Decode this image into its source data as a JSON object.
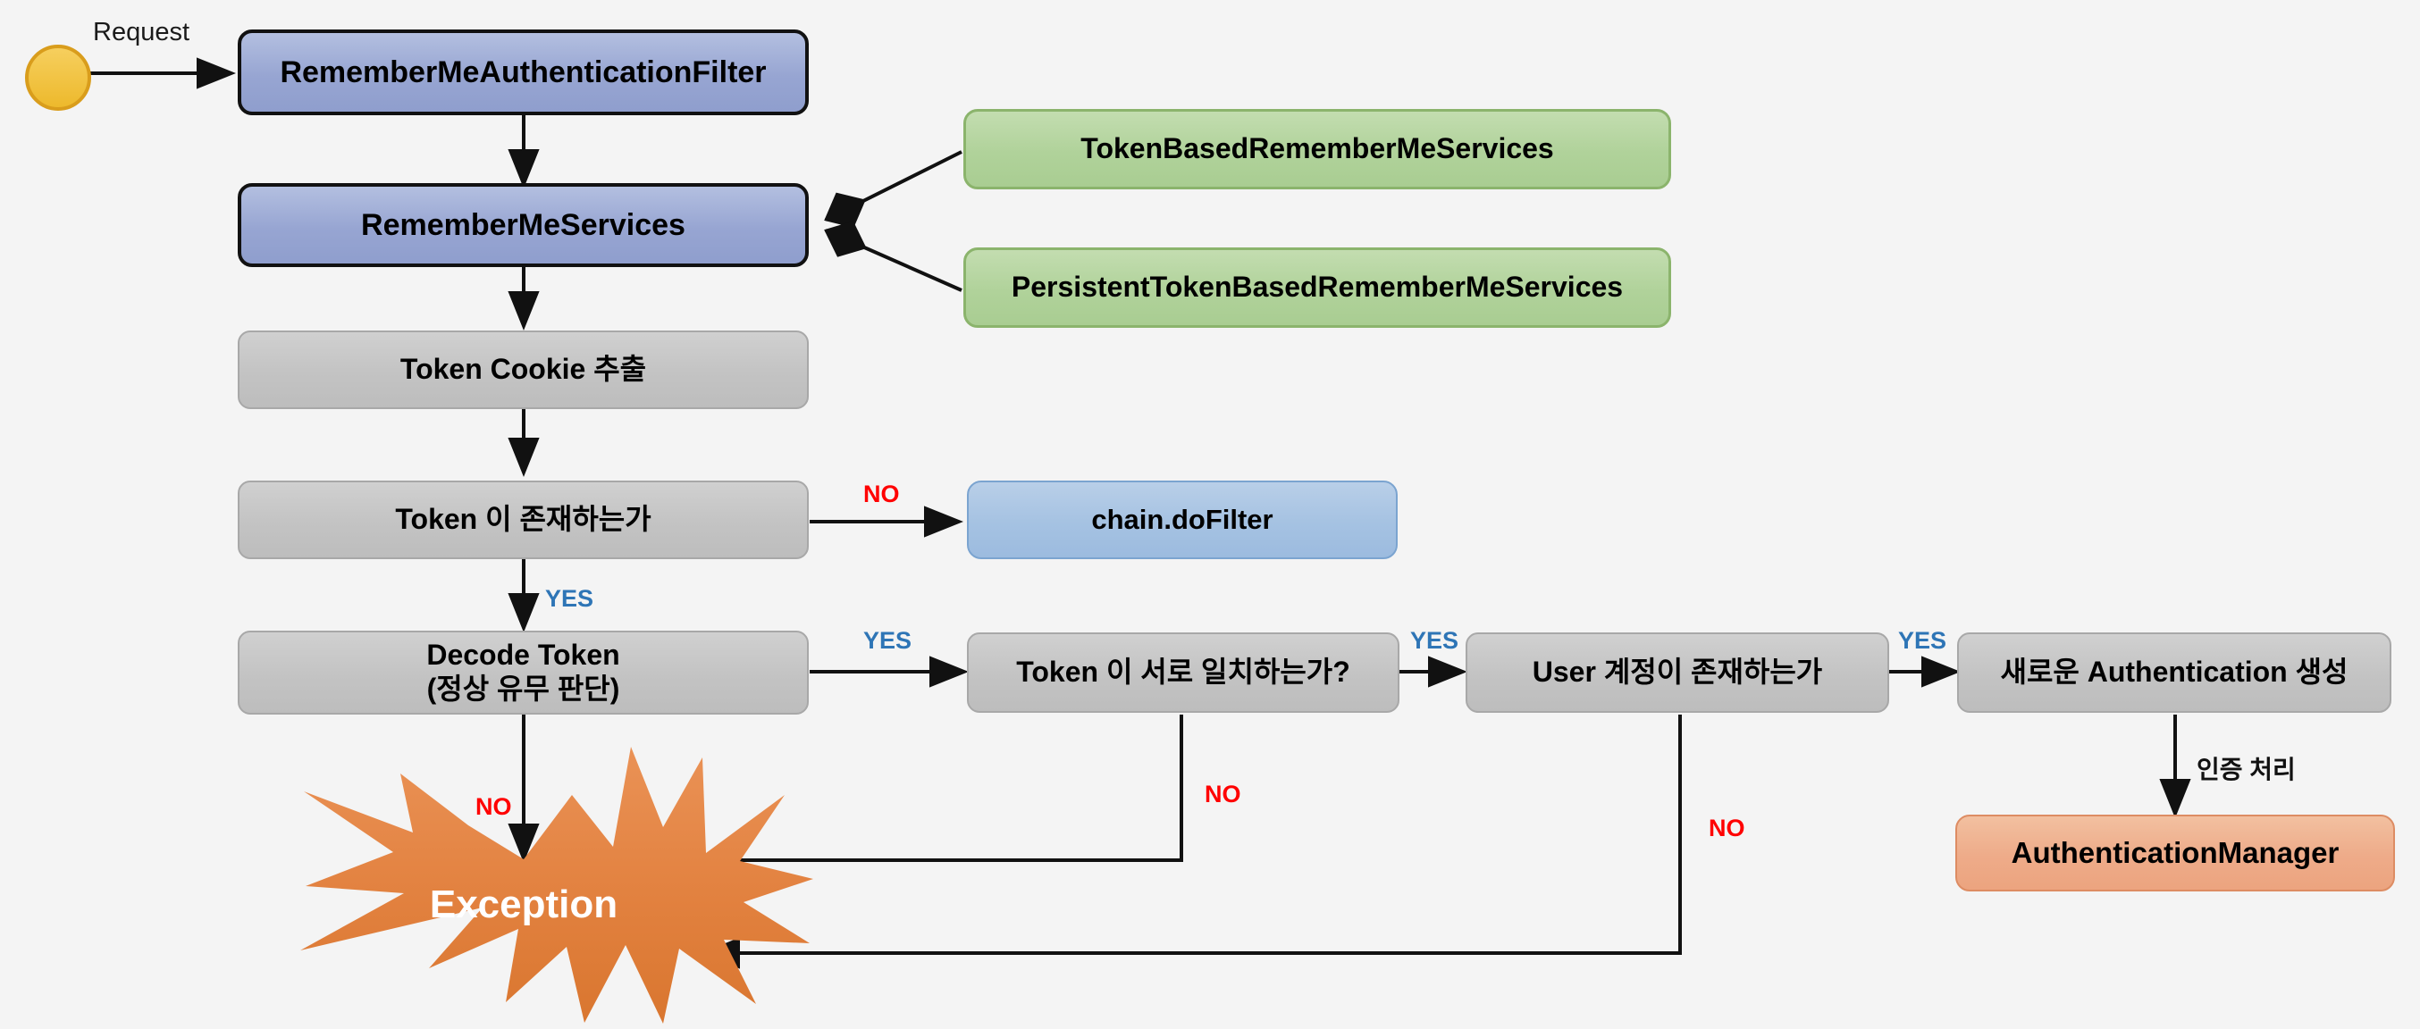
{
  "diagram": {
    "title": "Spring Security RememberMe Authentication Flow",
    "background_color": "#f4f4f4",
    "colors": {
      "blue_node": "#97a5d2",
      "light_blue_node": "#a5c2e2",
      "green_node": "#b0d29a",
      "grey_node": "#c3c3c3",
      "orange_node": "#eeab89",
      "exception_star": "#e2813f",
      "start_circle": "#f0c041",
      "yes_label": "#2E75B6",
      "no_label": "#FF0000",
      "connector": "#111111"
    }
  },
  "nodes": {
    "start": {
      "name": "start-circle",
      "label": ""
    },
    "filter": {
      "label": "RememberMeAuthenticationFilter",
      "type": "blue"
    },
    "services": {
      "label": "RememberMeServices",
      "type": "blue"
    },
    "token_based": {
      "label": "TokenBasedRememberMeServices",
      "type": "green"
    },
    "persistent_token_based": {
      "label": "PersistentTokenBasedRememberMeServices",
      "type": "green"
    },
    "extract_cookie": {
      "label": "Token Cookie 추출",
      "type": "grey"
    },
    "token_exists": {
      "label": "Token 이 존재하는가",
      "type": "grey"
    },
    "chain_dofilter": {
      "label": "chain.doFilter",
      "type": "light-blue"
    },
    "decode_token_line1": {
      "label": "Decode Token",
      "type": "grey"
    },
    "decode_token_line2": {
      "label": "(정상 유무 판단)",
      "type": "grey"
    },
    "token_match": {
      "label": "Token 이 서로 일치하는가?",
      "type": "grey"
    },
    "user_exists": {
      "label": "User 계정이 존재하는가",
      "type": "grey"
    },
    "new_authentication": {
      "label": "새로운 Authentication 생성",
      "type": "grey"
    },
    "authentication_manager": {
      "label": "AuthenticationManager",
      "type": "orange"
    },
    "exception": {
      "label": "Exception",
      "type": "star"
    }
  },
  "edge_labels": {
    "request": "Request",
    "token_exists_no": "NO",
    "token_exists_yes": "YES",
    "decode_yes": "YES",
    "decode_no": "NO",
    "token_match_yes": "YES",
    "token_match_no": "NO",
    "user_exists_yes": "YES",
    "user_exists_no": "NO",
    "auth_process": "인증 처리"
  },
  "chart_data": {
    "type": "flowchart",
    "title": "Spring Security RememberMe Authentication Flow",
    "nodes": [
      {
        "id": "start",
        "label": "",
        "shape": "circle",
        "color": "#f0c041"
      },
      {
        "id": "filter",
        "label": "RememberMeAuthenticationFilter",
        "shape": "rounded-rect",
        "color": "#97a5d2"
      },
      {
        "id": "services",
        "label": "RememberMeServices",
        "shape": "rounded-rect",
        "color": "#97a5d2"
      },
      {
        "id": "token_based",
        "label": "TokenBasedRememberMeServices",
        "shape": "rounded-rect",
        "color": "#b0d29a"
      },
      {
        "id": "persistent_token_based",
        "label": "PersistentTokenBasedRememberMeServices",
        "shape": "rounded-rect",
        "color": "#b0d29a"
      },
      {
        "id": "extract_cookie",
        "label": "Token Cookie 추출",
        "shape": "rounded-rect",
        "color": "#c3c3c3"
      },
      {
        "id": "token_exists",
        "label": "Token 이 존재하는가",
        "shape": "rounded-rect",
        "color": "#c3c3c3"
      },
      {
        "id": "chain_dofilter",
        "label": "chain.doFilter",
        "shape": "rounded-rect",
        "color": "#a5c2e2"
      },
      {
        "id": "decode_token",
        "label": "Decode Token (정상 유무 판단)",
        "shape": "rounded-rect",
        "color": "#c3c3c3"
      },
      {
        "id": "token_match",
        "label": "Token 이 서로 일치하는가?",
        "shape": "rounded-rect",
        "color": "#c3c3c3"
      },
      {
        "id": "user_exists",
        "label": "User 계정이 존재하는가",
        "shape": "rounded-rect",
        "color": "#c3c3c3"
      },
      {
        "id": "new_authentication",
        "label": "새로운 Authentication 생성",
        "shape": "rounded-rect",
        "color": "#c3c3c3"
      },
      {
        "id": "authentication_manager",
        "label": "AuthenticationManager",
        "shape": "rounded-rect",
        "color": "#eeab89"
      },
      {
        "id": "exception",
        "label": "Exception",
        "shape": "explosion-star",
        "color": "#e2813f"
      }
    ],
    "edges": [
      {
        "from": "start",
        "to": "filter",
        "label": "Request"
      },
      {
        "from": "filter",
        "to": "services",
        "label": ""
      },
      {
        "from": "token_based",
        "to": "services",
        "label": ""
      },
      {
        "from": "persistent_token_based",
        "to": "services",
        "label": ""
      },
      {
        "from": "services",
        "to": "extract_cookie",
        "label": ""
      },
      {
        "from": "extract_cookie",
        "to": "token_exists",
        "label": ""
      },
      {
        "from": "token_exists",
        "to": "chain_dofilter",
        "label": "NO"
      },
      {
        "from": "token_exists",
        "to": "decode_token",
        "label": "YES"
      },
      {
        "from": "decode_token",
        "to": "token_match",
        "label": "YES"
      },
      {
        "from": "decode_token",
        "to": "exception",
        "label": "NO"
      },
      {
        "from": "token_match",
        "to": "user_exists",
        "label": "YES"
      },
      {
        "from": "token_match",
        "to": "exception",
        "label": "NO"
      },
      {
        "from": "user_exists",
        "to": "new_authentication",
        "label": "YES"
      },
      {
        "from": "user_exists",
        "to": "exception",
        "label": "NO"
      },
      {
        "from": "new_authentication",
        "to": "authentication_manager",
        "label": "인증 처리"
      }
    ]
  }
}
